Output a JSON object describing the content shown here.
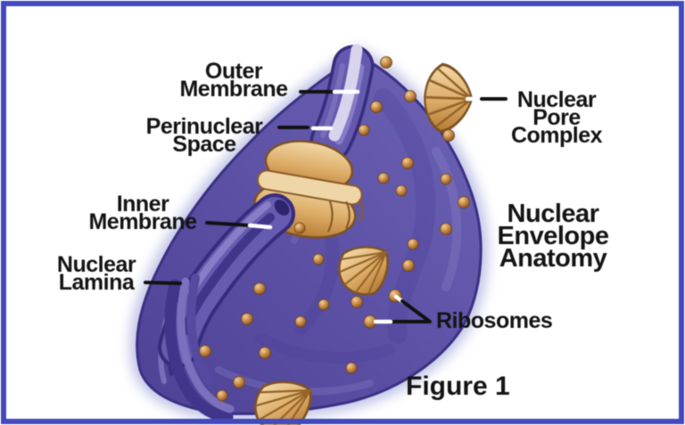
{
  "figure": {
    "title": "Nuclear\nEnvelope\nAnatomy",
    "caption": "Figure 1"
  },
  "callouts": {
    "outer_membrane": {
      "text": "Outer\nMembrane"
    },
    "perinuclear_space": {
      "text": "Perinuclear\nSpace"
    },
    "inner_membrane": {
      "text": "Inner\nMembrane"
    },
    "nuclear_lamina": {
      "text": "Nuclear\nLamina"
    },
    "nuclear_pore_complex": {
      "text": "Nuclear\nPore\nComplex"
    },
    "ribosomes": {
      "text": "Ribosomes"
    }
  },
  "colors": {
    "frame_blue": "#434abe",
    "background": "#ffffff",
    "membrane_purple": "#5f55a8",
    "membrane_dark_edge": "#362c7d",
    "membrane_highlight": "#9187cd",
    "perinuclear_channel": "#d9d4ee",
    "pore_tan": "#dcab66",
    "pore_outline": "#7d5122",
    "ribosome_copper": "#c08442",
    "label_text": "#141414"
  }
}
